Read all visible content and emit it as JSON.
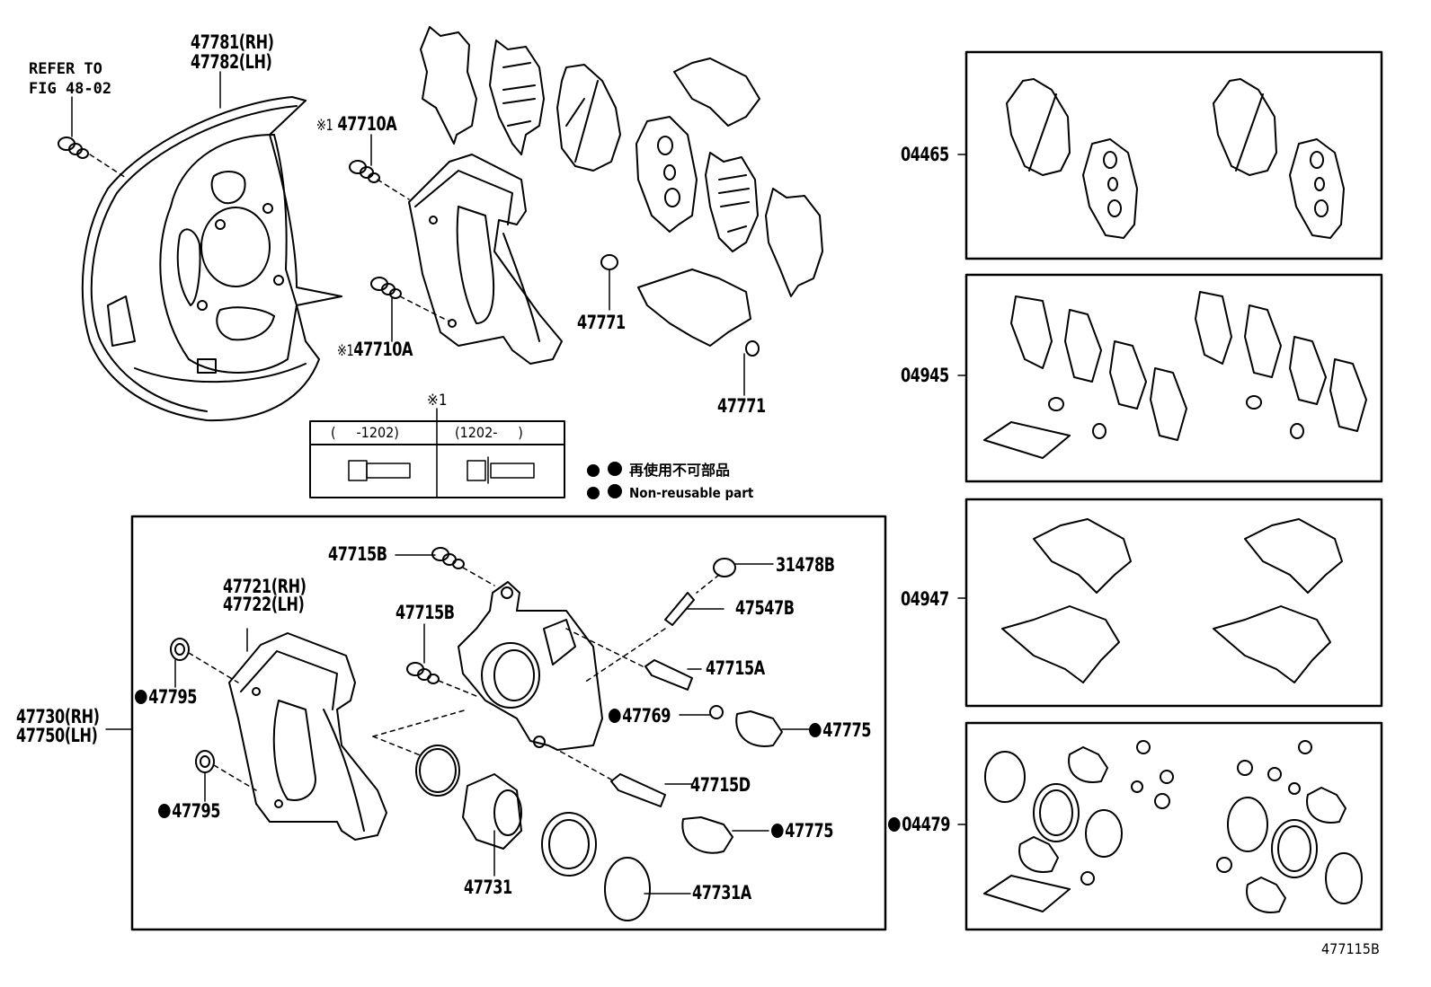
{
  "figure_number": "477115B",
  "reference": {
    "line1": "REFER TO",
    "line2": "FIG 48-02"
  },
  "upper_group": {
    "dust_cover": {
      "rh": "47781(RH)",
      "lh": "47782(LH)"
    },
    "bolt_top": {
      "mark": "※1",
      "part": "47710A"
    },
    "bolt_bottom": {
      "mark": "※1",
      "part": "47710A"
    },
    "clip_1": "47771",
    "clip_2": "47771"
  },
  "bolt_table": {
    "mark": "※1",
    "columns": [
      "(     -1202)",
      "(1202-     )"
    ]
  },
  "legend": {
    "symbol": "●",
    "japanese": "再使用不可部品",
    "english": "Non-reusable part"
  },
  "caliper_assy": {
    "assy_rh": "47730(RH)",
    "assy_lh": "47750(LH)",
    "mounting_rh": "47721(RH)",
    "mounting_lh": "47722(LH)",
    "washer_1": "47795",
    "washer_2": "47795",
    "bolt_1": "47715B",
    "bolt_2": "47715B",
    "bleeder_cap": "31478B",
    "bleeder_plug": "47547B",
    "pin_a": "47715A",
    "bushing": "47769",
    "boot_1": "47775",
    "pin_d": "47715D",
    "boot_2": "47775",
    "piston": "47731",
    "piston_seal": "47731A"
  },
  "kits": [
    {
      "part": "04465",
      "non_reusable": false,
      "name": "pad-kit"
    },
    {
      "part": "04945",
      "non_reusable": false,
      "name": "shim-kit"
    },
    {
      "part": "04947",
      "non_reusable": false,
      "name": "support-plate-kit"
    },
    {
      "part": "04479",
      "non_reusable": true,
      "name": "cylinder-kit"
    }
  ]
}
